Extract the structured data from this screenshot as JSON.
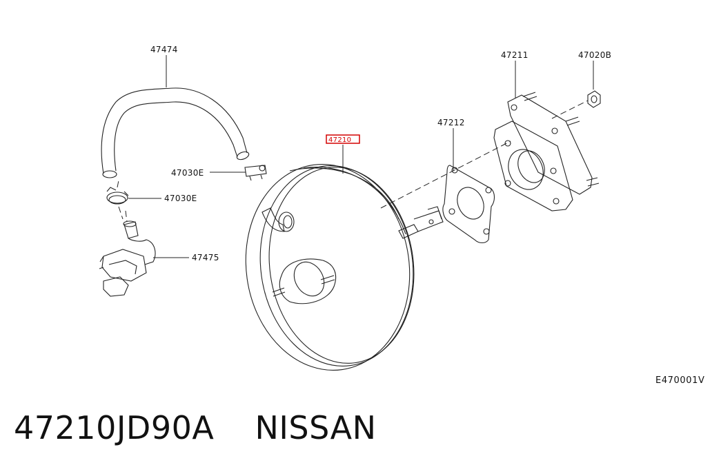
{
  "callouts": {
    "hose": "47474",
    "clip_upper": "47030E",
    "clip_lower": "47030E",
    "check_valve": "47475",
    "booster": "47210",
    "gasket": "47212",
    "spacer": "47211",
    "nut": "47020B"
  },
  "highlight_color": "#d40000",
  "diagram_code": "E470001V",
  "caption": {
    "part_number": "47210JD90A",
    "brand": "NISSAN"
  }
}
